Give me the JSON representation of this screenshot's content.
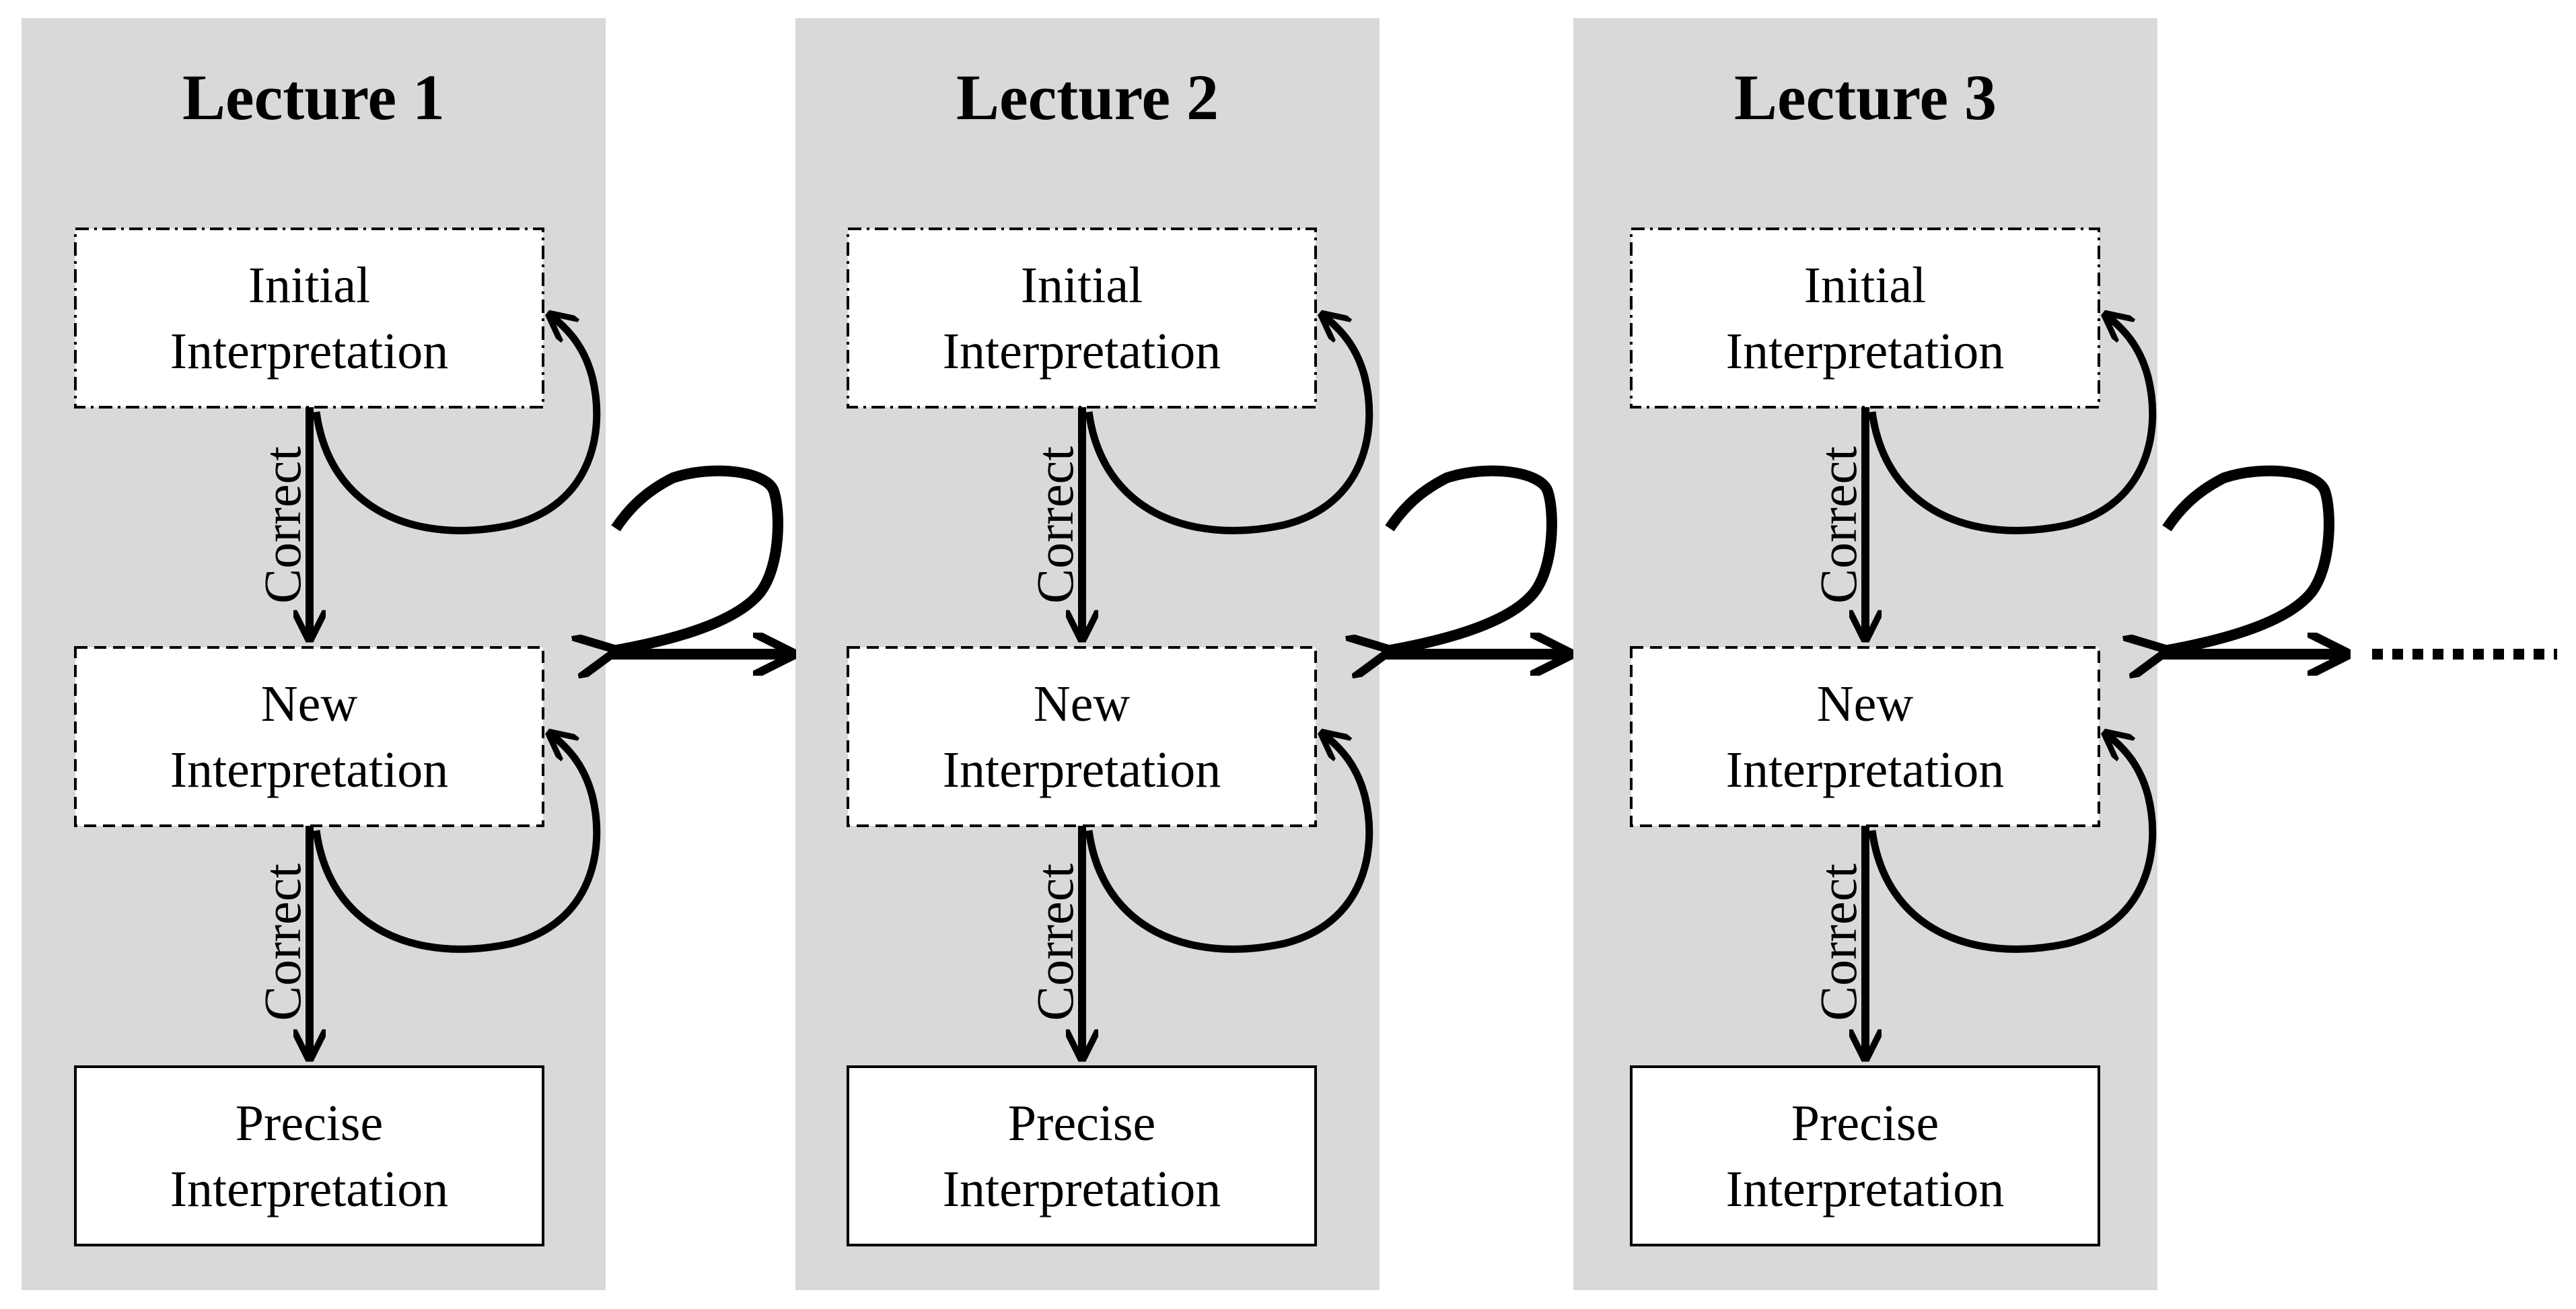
{
  "lectures": [
    {
      "title": "Lecture 1",
      "boxes": {
        "initial": [
          "Initial",
          "Interpretation"
        ],
        "new": [
          "New",
          "Interpretation"
        ],
        "precise": [
          "Precise",
          "Interpretation"
        ]
      },
      "correct_labels": [
        "Correct",
        "Correct"
      ]
    },
    {
      "title": "Lecture 2",
      "boxes": {
        "initial": [
          "Initial",
          "Interpretation"
        ],
        "new": [
          "New",
          "Interpretation"
        ],
        "precise": [
          "Precise",
          "Interpretation"
        ]
      },
      "correct_labels": [
        "Correct",
        "Correct"
      ]
    },
    {
      "title": "Lecture 3",
      "boxes": {
        "initial": [
          "Initial",
          "Interpretation"
        ],
        "new": [
          "New",
          "Interpretation"
        ],
        "precise": [
          "Precise",
          "Interpretation"
        ]
      },
      "correct_labels": [
        "Correct",
        "Correct"
      ]
    }
  ],
  "continuation": "dotted-line",
  "colors": {
    "panel": "#d9d9d9",
    "box_fill": "#ffffff",
    "stroke": "#000000"
  }
}
